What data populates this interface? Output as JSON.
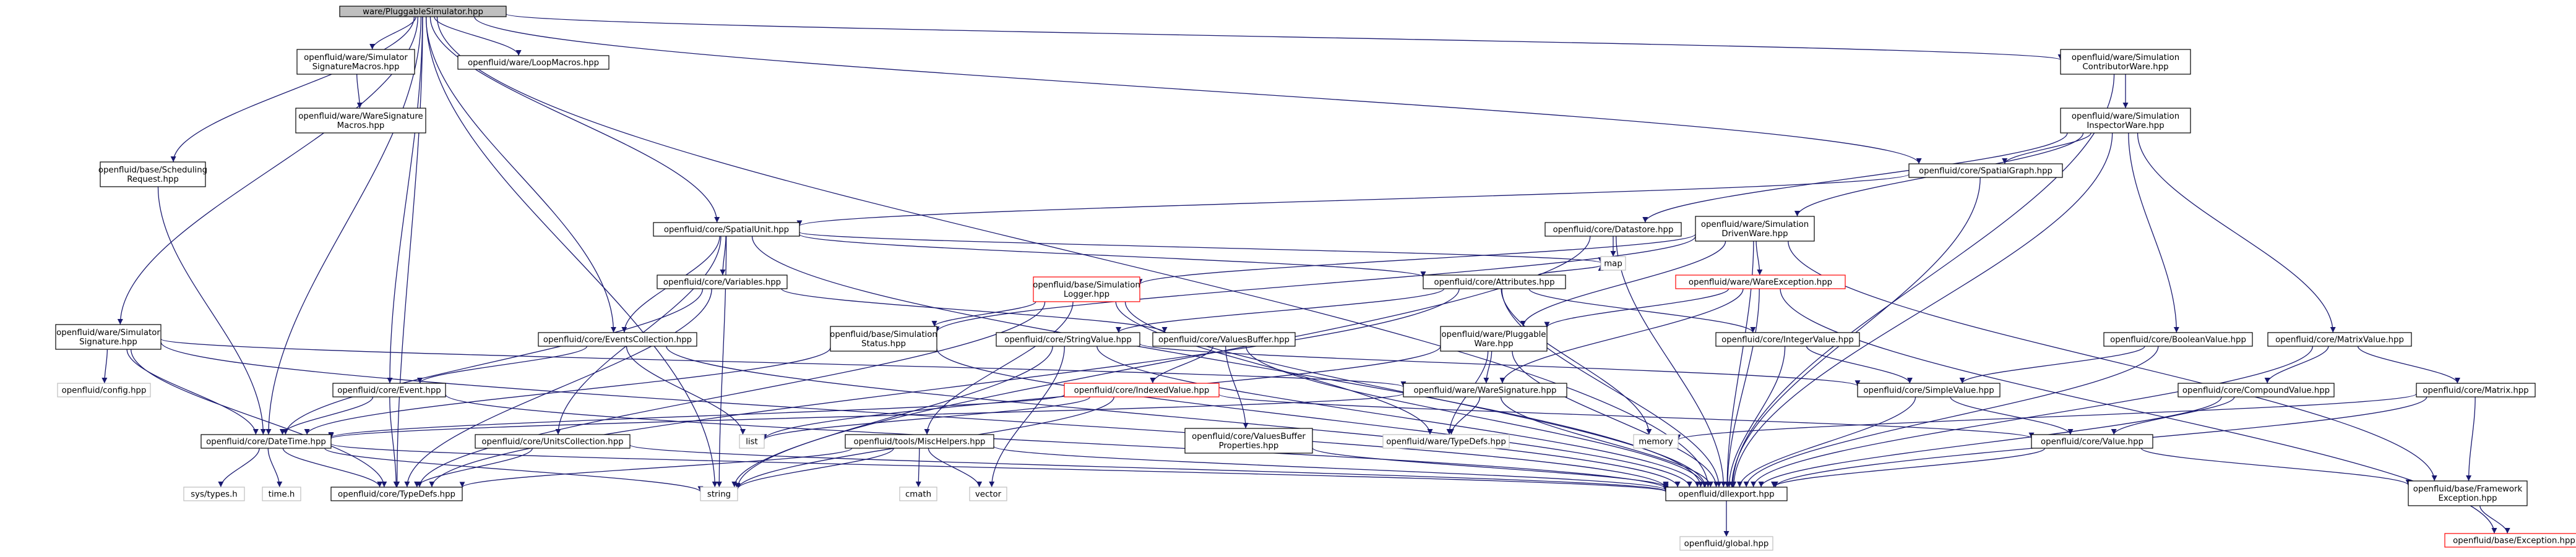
{
  "colors": {
    "edge": "#191970",
    "node_border": "#000000",
    "node_fill": "#ffffff",
    "root_fill": "#bfbfbf",
    "missing_border": "#bfbfbf",
    "truncated_border": "#ff0000",
    "text": "#000000"
  },
  "nodes": [
    {
      "id": "root",
      "lines": [
        "ware/PluggableSimulator.hpp"
      ],
      "style": "root"
    },
    {
      "id": "simsigmacros",
      "lines": [
        "openfluid/ware/Simulator",
        "SignatureMacros.hpp"
      ],
      "style": "normal"
    },
    {
      "id": "loopmacros",
      "lines": [
        "openfluid/ware/LoopMacros.hpp"
      ],
      "style": "normal"
    },
    {
      "id": "waresigmacros",
      "lines": [
        "openfluid/ware/WareSignature",
        "Macros.hpp"
      ],
      "style": "normal"
    },
    {
      "id": "schedreq",
      "lines": [
        "openfluid/base/Scheduling",
        "Request.hpp"
      ],
      "style": "normal"
    },
    {
      "id": "contribware",
      "lines": [
        "openfluid/ware/Simulation",
        "ContributorWare.hpp"
      ],
      "style": "normal"
    },
    {
      "id": "inspware",
      "lines": [
        "openfluid/ware/Simulation",
        "InspectorWare.hpp"
      ],
      "style": "normal"
    },
    {
      "id": "spatialgraph",
      "lines": [
        "openfluid/core/SpatialGraph.hpp"
      ],
      "style": "normal"
    },
    {
      "id": "spatialunit",
      "lines": [
        "openfluid/core/SpatialUnit.hpp"
      ],
      "style": "normal"
    },
    {
      "id": "datastore",
      "lines": [
        "openfluid/core/Datastore.hpp"
      ],
      "style": "normal"
    },
    {
      "id": "drivenware",
      "lines": [
        "openfluid/ware/Simulation",
        "DrivenWare.hpp"
      ],
      "style": "normal"
    },
    {
      "id": "map",
      "lines": [
        "map"
      ],
      "style": "missing"
    },
    {
      "id": "variables",
      "lines": [
        "openfluid/core/Variables.hpp"
      ],
      "style": "normal"
    },
    {
      "id": "simlogger",
      "lines": [
        "openfluid/base/Simulation",
        "Logger.hpp"
      ],
      "style": "truncated"
    },
    {
      "id": "attributes",
      "lines": [
        "openfluid/core/Attributes.hpp"
      ],
      "style": "normal"
    },
    {
      "id": "wareexception",
      "lines": [
        "openfluid/ware/WareException.hpp"
      ],
      "style": "truncated"
    },
    {
      "id": "simsig",
      "lines": [
        "openfluid/ware/Simulator",
        "Signature.hpp"
      ],
      "style": "normal"
    },
    {
      "id": "eventscoll",
      "lines": [
        "openfluid/core/EventsCollection.hpp"
      ],
      "style": "normal"
    },
    {
      "id": "simstatus",
      "lines": [
        "openfluid/base/Simulation",
        "Status.hpp"
      ],
      "style": "normal"
    },
    {
      "id": "stringvalue",
      "lines": [
        "openfluid/core/StringValue.hpp"
      ],
      "style": "normal"
    },
    {
      "id": "valuesbuffer",
      "lines": [
        "openfluid/core/ValuesBuffer.hpp"
      ],
      "style": "normal"
    },
    {
      "id": "pluggableware",
      "lines": [
        "openfluid/ware/Pluggable",
        "Ware.hpp"
      ],
      "style": "normal"
    },
    {
      "id": "integervalue",
      "lines": [
        "openfluid/core/IntegerValue.hpp"
      ],
      "style": "normal"
    },
    {
      "id": "booleanvalue",
      "lines": [
        "openfluid/core/BooleanValue.hpp"
      ],
      "style": "normal"
    },
    {
      "id": "matrixvalue",
      "lines": [
        "openfluid/core/MatrixValue.hpp"
      ],
      "style": "normal"
    },
    {
      "id": "configh",
      "lines": [
        "openfluid/config.hpp"
      ],
      "style": "missing"
    },
    {
      "id": "event",
      "lines": [
        "openfluid/core/Event.hpp"
      ],
      "style": "normal"
    },
    {
      "id": "indexedvalue",
      "lines": [
        "openfluid/core/IndexedValue.hpp"
      ],
      "style": "truncated"
    },
    {
      "id": "waresig",
      "lines": [
        "openfluid/ware/WareSignature.hpp"
      ],
      "style": "normal"
    },
    {
      "id": "simplevalue",
      "lines": [
        "openfluid/core/SimpleValue.hpp"
      ],
      "style": "normal"
    },
    {
      "id": "compoundvalue",
      "lines": [
        "openfluid/core/CompoundValue.hpp"
      ],
      "style": "normal"
    },
    {
      "id": "matrix",
      "lines": [
        "openfluid/core/Matrix.hpp"
      ],
      "style": "normal"
    },
    {
      "id": "datetime",
      "lines": [
        "openfluid/core/DateTime.hpp"
      ],
      "style": "normal"
    },
    {
      "id": "unitscoll",
      "lines": [
        "openfluid/core/UnitsCollection.hpp"
      ],
      "style": "normal"
    },
    {
      "id": "list",
      "lines": [
        "list"
      ],
      "style": "missing"
    },
    {
      "id": "mischelpers",
      "lines": [
        "openfluid/tools/MiscHelpers.hpp"
      ],
      "style": "normal"
    },
    {
      "id": "vbprops",
      "lines": [
        "openfluid/core/ValuesBuffer",
        "Properties.hpp"
      ],
      "style": "normal"
    },
    {
      "id": "waretypedefs",
      "lines": [
        "openfluid/ware/TypeDefs.hpp"
      ],
      "style": "missing"
    },
    {
      "id": "memory",
      "lines": [
        "memory"
      ],
      "style": "missing"
    },
    {
      "id": "value",
      "lines": [
        "openfluid/core/Value.hpp"
      ],
      "style": "normal"
    },
    {
      "id": "systypes",
      "lines": [
        "sys/types.h"
      ],
      "style": "missing"
    },
    {
      "id": "timeh",
      "lines": [
        "time.h"
      ],
      "style": "missing"
    },
    {
      "id": "coretypedefs",
      "lines": [
        "openfluid/core/TypeDefs.hpp"
      ],
      "style": "normal"
    },
    {
      "id": "string",
      "lines": [
        "string"
      ],
      "style": "missing"
    },
    {
      "id": "cmath",
      "lines": [
        "cmath"
      ],
      "style": "missing"
    },
    {
      "id": "vector",
      "lines": [
        "vector"
      ],
      "style": "missing"
    },
    {
      "id": "dllexport",
      "lines": [
        "openfluid/dllexport.hpp"
      ],
      "style": "normal"
    },
    {
      "id": "fwexception",
      "lines": [
        "openfluid/base/Framework",
        "Exception.hpp"
      ],
      "style": "normal"
    },
    {
      "id": "globalh",
      "lines": [
        "openfluid/global.hpp"
      ],
      "style": "missing"
    },
    {
      "id": "baseexception",
      "lines": [
        "openfluid/base/Exception.hpp"
      ],
      "style": "truncated"
    }
  ],
  "edges": [
    [
      "root",
      "simsigmacros"
    ],
    [
      "root",
      "loopmacros"
    ],
    [
      "root",
      "schedreq"
    ],
    [
      "root",
      "simsig"
    ],
    [
      "root",
      "contribware"
    ],
    [
      "root",
      "spatialgraph"
    ],
    [
      "root",
      "spatialunit"
    ],
    [
      "root",
      "eventscoll"
    ],
    [
      "root",
      "event"
    ],
    [
      "root",
      "datetime"
    ],
    [
      "root",
      "coretypedefs"
    ],
    [
      "root",
      "string"
    ],
    [
      "root",
      "dllexport"
    ],
    [
      "simsigmacros",
      "waresigmacros"
    ],
    [
      "schedreq",
      "datetime"
    ],
    [
      "simsig",
      "configh"
    ],
    [
      "simsig",
      "datetime"
    ],
    [
      "simsig",
      "waresig"
    ],
    [
      "simsig",
      "coretypedefs"
    ],
    [
      "simsig",
      "dllexport"
    ],
    [
      "contribware",
      "inspware"
    ],
    [
      "contribware",
      "dllexport"
    ],
    [
      "inspware",
      "spatialgraph"
    ],
    [
      "inspware",
      "drivenware"
    ],
    [
      "inspware",
      "datastore"
    ],
    [
      "inspware",
      "booleanvalue"
    ],
    [
      "inspware",
      "matrixvalue"
    ],
    [
      "inspware",
      "dllexport"
    ],
    [
      "spatialgraph",
      "spatialunit"
    ],
    [
      "spatialgraph",
      "dllexport"
    ],
    [
      "spatialunit",
      "map"
    ],
    [
      "spatialunit",
      "variables"
    ],
    [
      "spatialunit",
      "attributes"
    ],
    [
      "spatialunit",
      "eventscoll"
    ],
    [
      "spatialunit",
      "unitscoll"
    ],
    [
      "spatialunit",
      "string"
    ],
    [
      "spatialunit",
      "dllexport"
    ],
    [
      "datastore",
      "map"
    ],
    [
      "datastore",
      "string"
    ],
    [
      "datastore",
      "dllexport"
    ],
    [
      "drivenware",
      "simlogger"
    ],
    [
      "drivenware",
      "wareexception"
    ],
    [
      "drivenware",
      "pluggableware"
    ],
    [
      "drivenware",
      "simstatus"
    ],
    [
      "drivenware",
      "dllexport"
    ],
    [
      "drivenware",
      "fwexception"
    ],
    [
      "variables",
      "valuesbuffer"
    ],
    [
      "variables",
      "datetime"
    ],
    [
      "variables",
      "coretypedefs"
    ],
    [
      "simlogger",
      "simstatus"
    ],
    [
      "simlogger",
      "mischelpers"
    ],
    [
      "simlogger",
      "waretypedefs"
    ],
    [
      "simlogger",
      "dllexport"
    ],
    [
      "simlogger",
      "coretypedefs"
    ],
    [
      "attributes",
      "stringvalue"
    ],
    [
      "attributes",
      "integervalue"
    ],
    [
      "attributes",
      "memory"
    ],
    [
      "attributes",
      "map"
    ],
    [
      "attributes",
      "dllexport"
    ],
    [
      "attributes",
      "coretypedefs"
    ],
    [
      "wareexception",
      "waresig"
    ],
    [
      "wareexception",
      "pluggableware"
    ],
    [
      "wareexception",
      "baseexception"
    ],
    [
      "wareexception",
      "dllexport"
    ],
    [
      "eventscoll",
      "event"
    ],
    [
      "eventscoll",
      "list"
    ],
    [
      "eventscoll",
      "dllexport"
    ],
    [
      "simstatus",
      "datetime"
    ],
    [
      "simstatus",
      "dllexport"
    ],
    [
      "stringvalue",
      "simplevalue"
    ],
    [
      "stringvalue",
      "vector"
    ],
    [
      "stringvalue",
      "string"
    ],
    [
      "stringvalue",
      "dllexport"
    ],
    [
      "valuesbuffer",
      "indexedvalue"
    ],
    [
      "valuesbuffer",
      "vbprops"
    ],
    [
      "valuesbuffer",
      "dllexport"
    ],
    [
      "pluggableware",
      "waresig"
    ],
    [
      "pluggableware",
      "waretypedefs"
    ],
    [
      "pluggableware",
      "dllexport"
    ],
    [
      "pluggableware",
      "list"
    ],
    [
      "integervalue",
      "simplevalue"
    ],
    [
      "integervalue",
      "dllexport"
    ],
    [
      "booleanvalue",
      "simplevalue"
    ],
    [
      "booleanvalue",
      "dllexport"
    ],
    [
      "matrixvalue",
      "compoundvalue"
    ],
    [
      "matrixvalue",
      "matrix"
    ],
    [
      "matrixvalue",
      "dllexport"
    ],
    [
      "event",
      "datetime"
    ],
    [
      "event",
      "coretypedefs"
    ],
    [
      "event",
      "dllexport"
    ],
    [
      "indexedvalue",
      "value"
    ],
    [
      "indexedvalue",
      "datetime"
    ],
    [
      "indexedvalue",
      "list"
    ],
    [
      "indexedvalue",
      "string"
    ],
    [
      "waresig",
      "waretypedefs"
    ],
    [
      "waresig",
      "dllexport"
    ],
    [
      "waresig",
      "datetime"
    ],
    [
      "simplevalue",
      "value"
    ],
    [
      "simplevalue",
      "dllexport"
    ],
    [
      "compoundvalue",
      "value"
    ],
    [
      "compoundvalue",
      "dllexport"
    ],
    [
      "matrix",
      "memory"
    ],
    [
      "matrix",
      "fwexception"
    ],
    [
      "matrix",
      "dllexport"
    ],
    [
      "datetime",
      "systypes"
    ],
    [
      "datetime",
      "timeh"
    ],
    [
      "datetime",
      "string"
    ],
    [
      "datetime",
      "coretypedefs"
    ],
    [
      "datetime",
      "dllexport"
    ],
    [
      "unitscoll",
      "coretypedefs"
    ],
    [
      "unitscoll",
      "dllexport"
    ],
    [
      "mischelpers",
      "string"
    ],
    [
      "mischelpers",
      "cmath"
    ],
    [
      "mischelpers",
      "vector"
    ],
    [
      "mischelpers",
      "dllexport"
    ],
    [
      "mischelpers",
      "coretypedefs"
    ],
    [
      "vbprops",
      "dllexport"
    ],
    [
      "value",
      "dllexport"
    ],
    [
      "value",
      "fwexception"
    ],
    [
      "dllexport",
      "globalh"
    ],
    [
      "fwexception",
      "baseexception"
    ]
  ]
}
